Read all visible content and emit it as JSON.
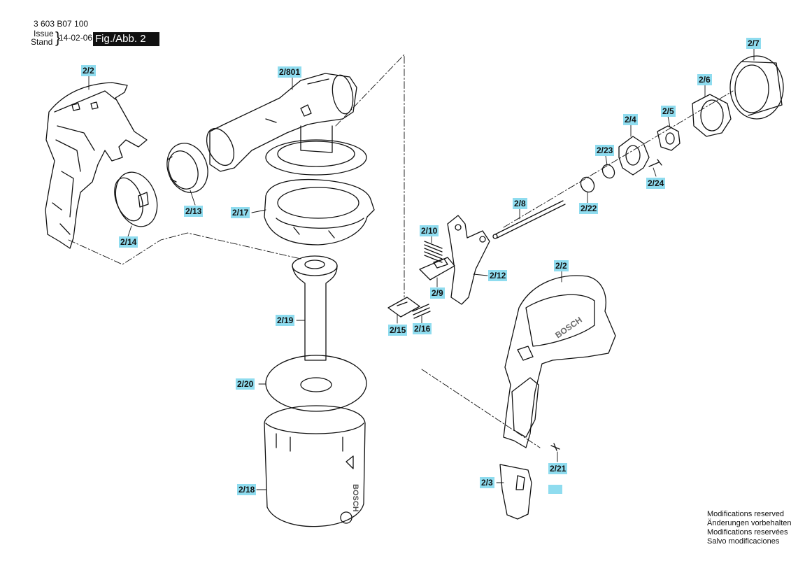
{
  "header": {
    "doc_number": "3 603 B07 100",
    "issue": "Issue",
    "stand": "Stand",
    "date": "14-02-06",
    "figure": "Fig./Abb. 2"
  },
  "labels": [
    {
      "id": "2/2a",
      "text": "2/2"
    },
    {
      "id": "2/801",
      "text": "2/801"
    },
    {
      "id": "2/7",
      "text": "2/7"
    },
    {
      "id": "2/6",
      "text": "2/6"
    },
    {
      "id": "2/5",
      "text": "2/5"
    },
    {
      "id": "2/4",
      "text": "2/4"
    },
    {
      "id": "2/23",
      "text": "2/23"
    },
    {
      "id": "2/24",
      "text": "2/24"
    },
    {
      "id": "2/22",
      "text": "2/22"
    },
    {
      "id": "2/8",
      "text": "2/8"
    },
    {
      "id": "2/13",
      "text": "2/13"
    },
    {
      "id": "2/17",
      "text": "2/17"
    },
    {
      "id": "2/14",
      "text": "2/14"
    },
    {
      "id": "2/10",
      "text": "2/10"
    },
    {
      "id": "2/12",
      "text": "2/12"
    },
    {
      "id": "2/9",
      "text": "2/9"
    },
    {
      "id": "2/2b",
      "text": "2/2"
    },
    {
      "id": "2/19",
      "text": "2/19"
    },
    {
      "id": "2/15",
      "text": "2/15"
    },
    {
      "id": "2/16",
      "text": "2/16"
    },
    {
      "id": "2/20",
      "text": "2/20"
    },
    {
      "id": "2/21",
      "text": "2/21"
    },
    {
      "id": "2/3",
      "text": "2/3"
    },
    {
      "id": "2/18",
      "text": "2/18"
    }
  ],
  "brand_text": "BOSCH",
  "notes": [
    "Modifications reserved",
    "Änderungen vorbehalten",
    "Modifications reservées",
    "Salvo modificaciones"
  ],
  "colors": {
    "label_bg": "#8fdcef",
    "ink": "#111111"
  }
}
